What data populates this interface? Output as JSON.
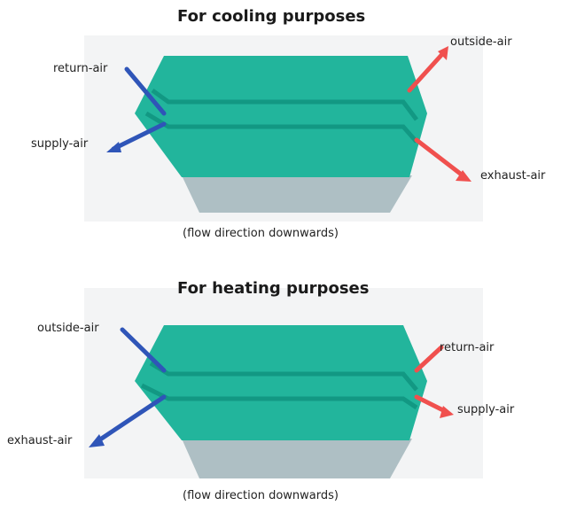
{
  "diagrams": [
    {
      "title": "For cooling purposes",
      "caption": "(flow direction downwards)",
      "labels": {
        "left_top": "return-air",
        "left_bottom": "supply-air",
        "right_top": "outside-air",
        "right_bottom": "exhaust-air"
      }
    },
    {
      "title": "For heating purposes",
      "caption": "(flow direction downwards)",
      "labels": {
        "left_top": "outside-air",
        "left_bottom": "exhaust-air",
        "right_top": "return-air",
        "right_bottom": "supply-air"
      }
    }
  ],
  "colors": {
    "exchanger": "#22b59c",
    "exchanger_channel": "#159a86",
    "drain_tray": "#aebfc4",
    "background": "#f3f4f5",
    "blue_air": "#2f55b8",
    "red_air": "#f0504e"
  }
}
